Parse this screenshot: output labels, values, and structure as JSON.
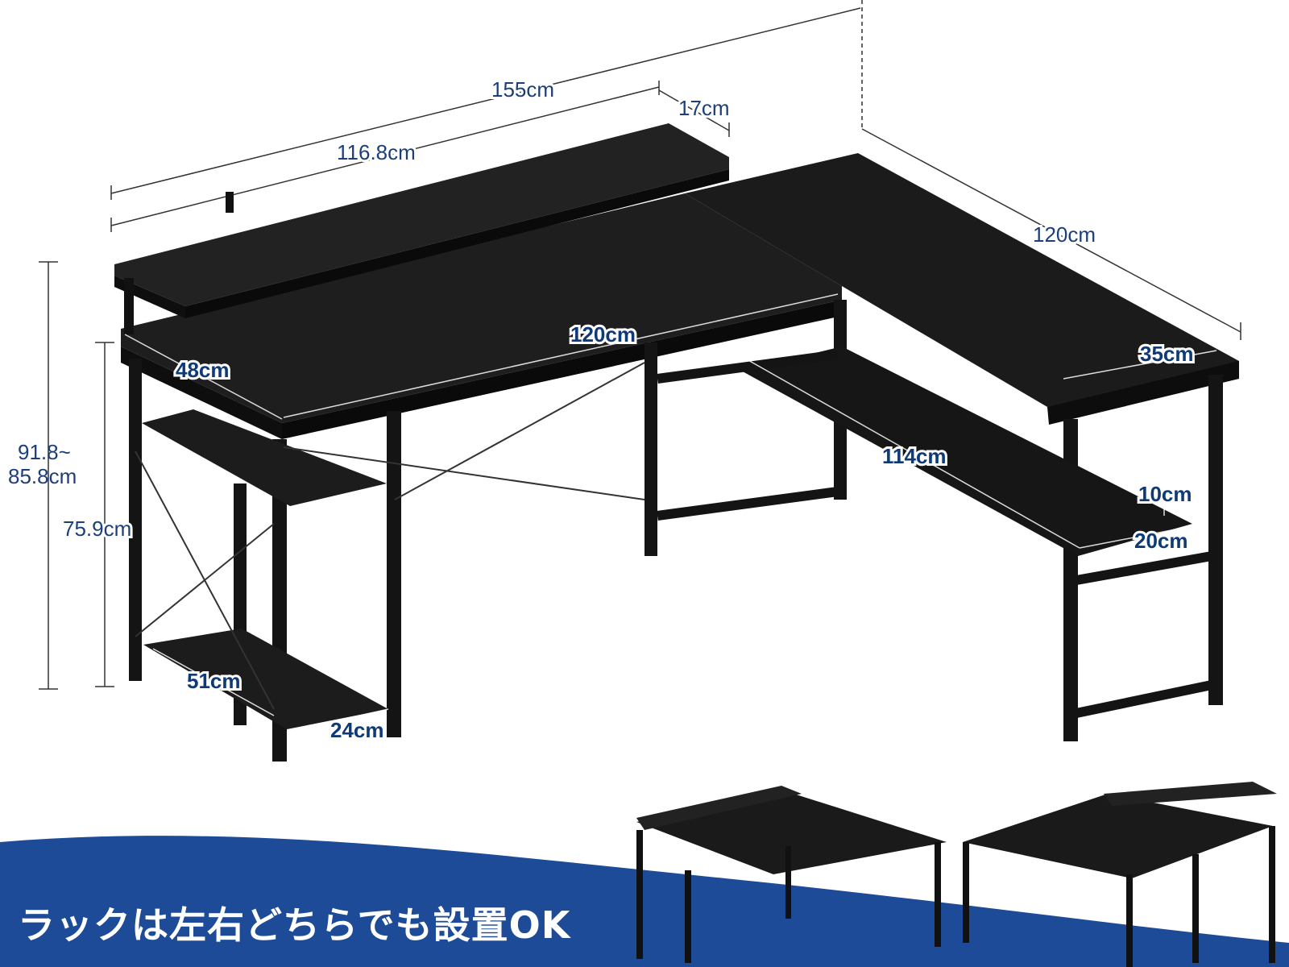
{
  "dimensions": {
    "overall_width": "155cm",
    "main_desk_width": "116.8cm",
    "monitor_shelf_depth": "17cm",
    "return_width": "120cm",
    "desktop_width": "120cm",
    "desk_depth": "48cm",
    "return_depth": "35cm",
    "return_shelf_length": "114cm",
    "shelf_gap": "10cm",
    "shelf_depth": "20cm",
    "total_height": "91.8~\n85.8cm",
    "desk_height": "75.9cm",
    "rack_depth": "51cm",
    "rack_width": "24cm"
  },
  "caption": "ラックは左右どちらでも設置OK",
  "colors": {
    "banner": "#1d4b97",
    "desk": "#151515",
    "dimension_text": "#0f3a78"
  }
}
